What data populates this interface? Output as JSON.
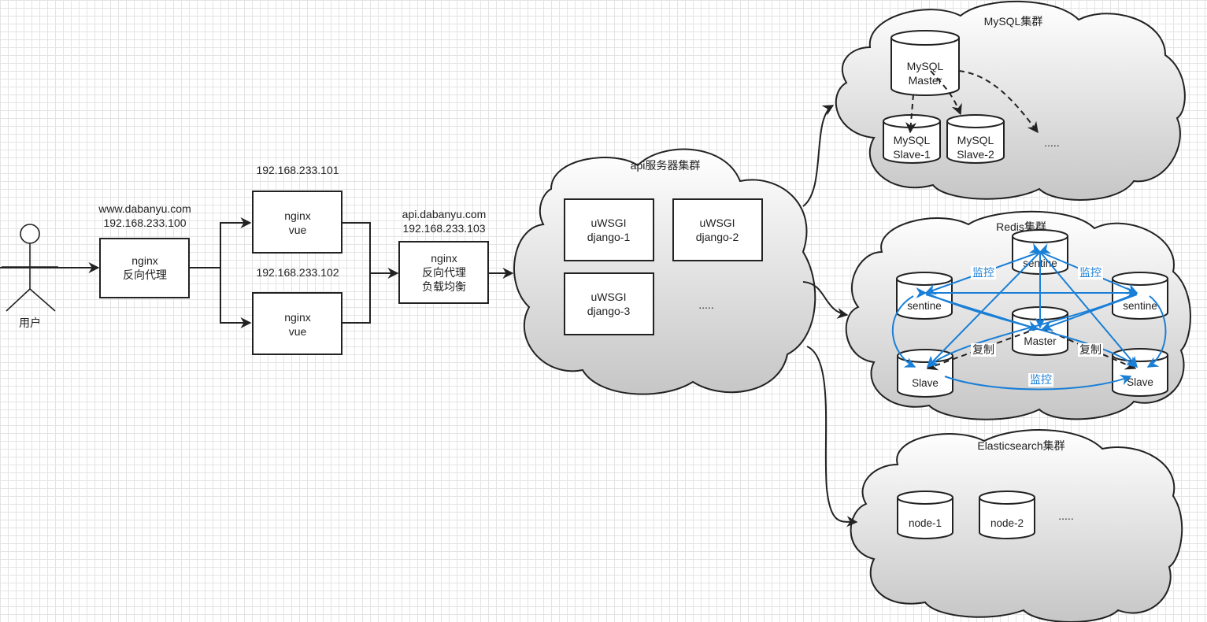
{
  "user": {
    "label": "用户"
  },
  "proxy_nginx": {
    "host": "www.dabanyu.com",
    "ip": "192.168.233.100",
    "line1": "nginx",
    "line2": "反向代理"
  },
  "web1": {
    "ip": "192.168.233.101",
    "line1": "nginx",
    "line2": "vue"
  },
  "web2": {
    "ip": "192.168.233.102",
    "line1": "nginx",
    "line2": "vue"
  },
  "api_nginx": {
    "host": "api.dabanyu.com",
    "ip": "192.168.233.103",
    "line1": "nginx",
    "line2": "反向代理",
    "line3": "负载均衡"
  },
  "api_cluster": {
    "title": "api服务器集群",
    "servers": [
      {
        "line1": "uWSGI",
        "line2": "django-1"
      },
      {
        "line1": "uWSGI",
        "line2": "django-2"
      },
      {
        "line1": "uWSGI",
        "line2": "django-3"
      }
    ],
    "more": "....."
  },
  "mysql_cluster": {
    "title": "MySQL集群",
    "master": {
      "line1": "MySQL",
      "line2": "Master"
    },
    "slaves": [
      {
        "line1": "MySQL",
        "line2": "Slave-1"
      },
      {
        "line1": "MySQL",
        "line2": "Slave-2"
      }
    ],
    "more": "....."
  },
  "redis_cluster": {
    "title": "Redis集群",
    "sentinels": [
      "sentine",
      "sentine",
      "sentine"
    ],
    "master": "Master",
    "slaves": [
      "Slave",
      "Slave"
    ],
    "monitor_label": "监控",
    "replicate_label": "复制"
  },
  "es_cluster": {
    "title": "Elasticsearch集群",
    "nodes": [
      "node-1",
      "node-2"
    ],
    "more": "....."
  },
  "colors": {
    "line": "#222222",
    "monitor": "#1a7fd6",
    "cloud_top": "#ffffff",
    "cloud_bottom": "#c8c8c8"
  }
}
